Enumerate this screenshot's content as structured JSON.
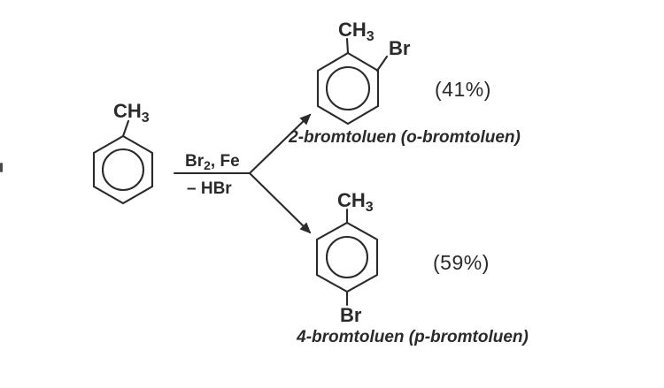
{
  "colors": {
    "ink": "#2a2a2a",
    "background": "#ffffff"
  },
  "scheme": {
    "reactant": {
      "name": "toluene-structure",
      "ch3": {
        "main": "CH",
        "sub": "3"
      }
    },
    "conditions": {
      "above": {
        "main": "Br",
        "sub": "2",
        "rest": ", Fe"
      },
      "below": "– HBr"
    },
    "products": {
      "ortho": {
        "ch3": {
          "main": "CH",
          "sub": "3"
        },
        "br": "Br",
        "yield": "(41%)",
        "caption": "2-bromtoluen (o-bromtoluen)"
      },
      "para": {
        "ch3": {
          "main": "CH",
          "sub": "3"
        },
        "br": "Br",
        "yield": "(59%)",
        "caption": "4-bromtoluen (p-bromtoluen)"
      }
    }
  }
}
